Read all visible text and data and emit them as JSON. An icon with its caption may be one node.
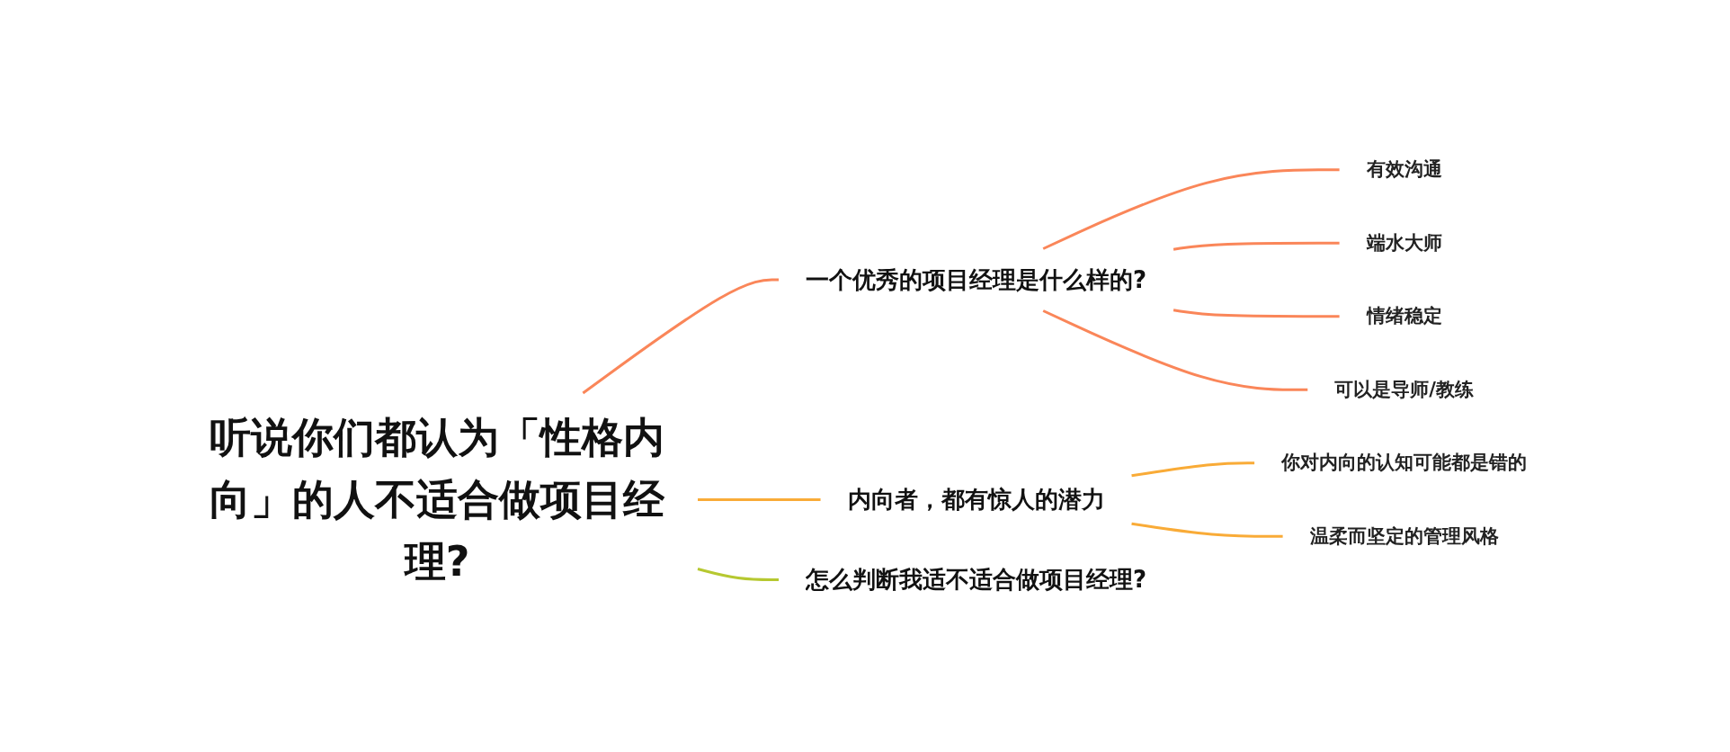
{
  "diagram": {
    "nodes": [
      {
        "text": [
          "听说你们都认为「性格内向」的人不适合做项目经理?"
        ]
      },
      {
        "text": [
          "一个优秀的项目经理是什么样的?"
        ]
      },
      {
        "text": [
          "有效沟通"
        ]
      },
      {
        "text": [
          "端水大师"
        ]
      },
      {
        "text": [
          "情绪稳定"
        ]
      },
      {
        "text": [
          "可以是导师/教练"
        ]
      },
      {
        "text": [
          "内向者，都有惊人的潜力"
        ]
      },
      {
        "text": [
          "你对内向的认知可能都是错的"
        ]
      },
      {
        "text": [
          "温柔而坚定的管理风格"
        ]
      },
      {
        "text": [
          "怎么判断我适不适合做项目经理?"
        ]
      }
    ],
    "edges": [
      {
        "from": 0,
        "to": 1,
        "arrow": "none",
        "color": "#fa8659"
      },
      {
        "from": 1,
        "to": 2,
        "arrow": "none",
        "color": "#fa8659"
      },
      {
        "from": 1,
        "to": 3,
        "arrow": "none",
        "color": "#fa8659"
      },
      {
        "from": 1,
        "to": 4,
        "arrow": "none",
        "color": "#fa8659"
      },
      {
        "from": 1,
        "to": 5,
        "arrow": "none",
        "color": "#fa8659"
      },
      {
        "from": 0,
        "to": 6,
        "arrow": "none",
        "color": "#f9ab37"
      },
      {
        "from": 6,
        "to": 7,
        "arrow": "none",
        "color": "#f9ab37"
      },
      {
        "from": 6,
        "to": 8,
        "arrow": "none",
        "color": "#f9ab37"
      },
      {
        "from": 0,
        "to": 9,
        "arrow": "none",
        "color": "#b6c830"
      }
    ]
  }
}
